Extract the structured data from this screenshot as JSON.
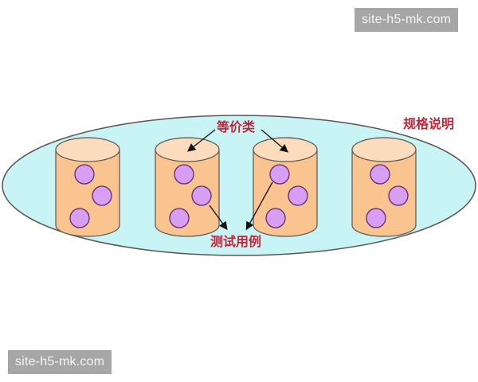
{
  "watermarks": {
    "top_right": "site-h5-mk.com",
    "bottom_left": "site-h5-mk.com"
  },
  "diagram": {
    "labels": {
      "equivalence_class": "等价类",
      "test_case": "测试用例",
      "specification": "规格说明"
    },
    "colors": {
      "ellipse_fill": "#c8f4f6",
      "cylinder_body": "#f9c490",
      "cylinder_top": "#fbdcbc",
      "test_case_dot": "#d89ef3",
      "label_text": "#c0263a",
      "outline": "#5a5550"
    },
    "cylinders": [
      {
        "id": 1,
        "dots": 3
      },
      {
        "id": 2,
        "dots": 3
      },
      {
        "id": 3,
        "dots": 3
      },
      {
        "id": 4,
        "dots": 3
      }
    ]
  }
}
